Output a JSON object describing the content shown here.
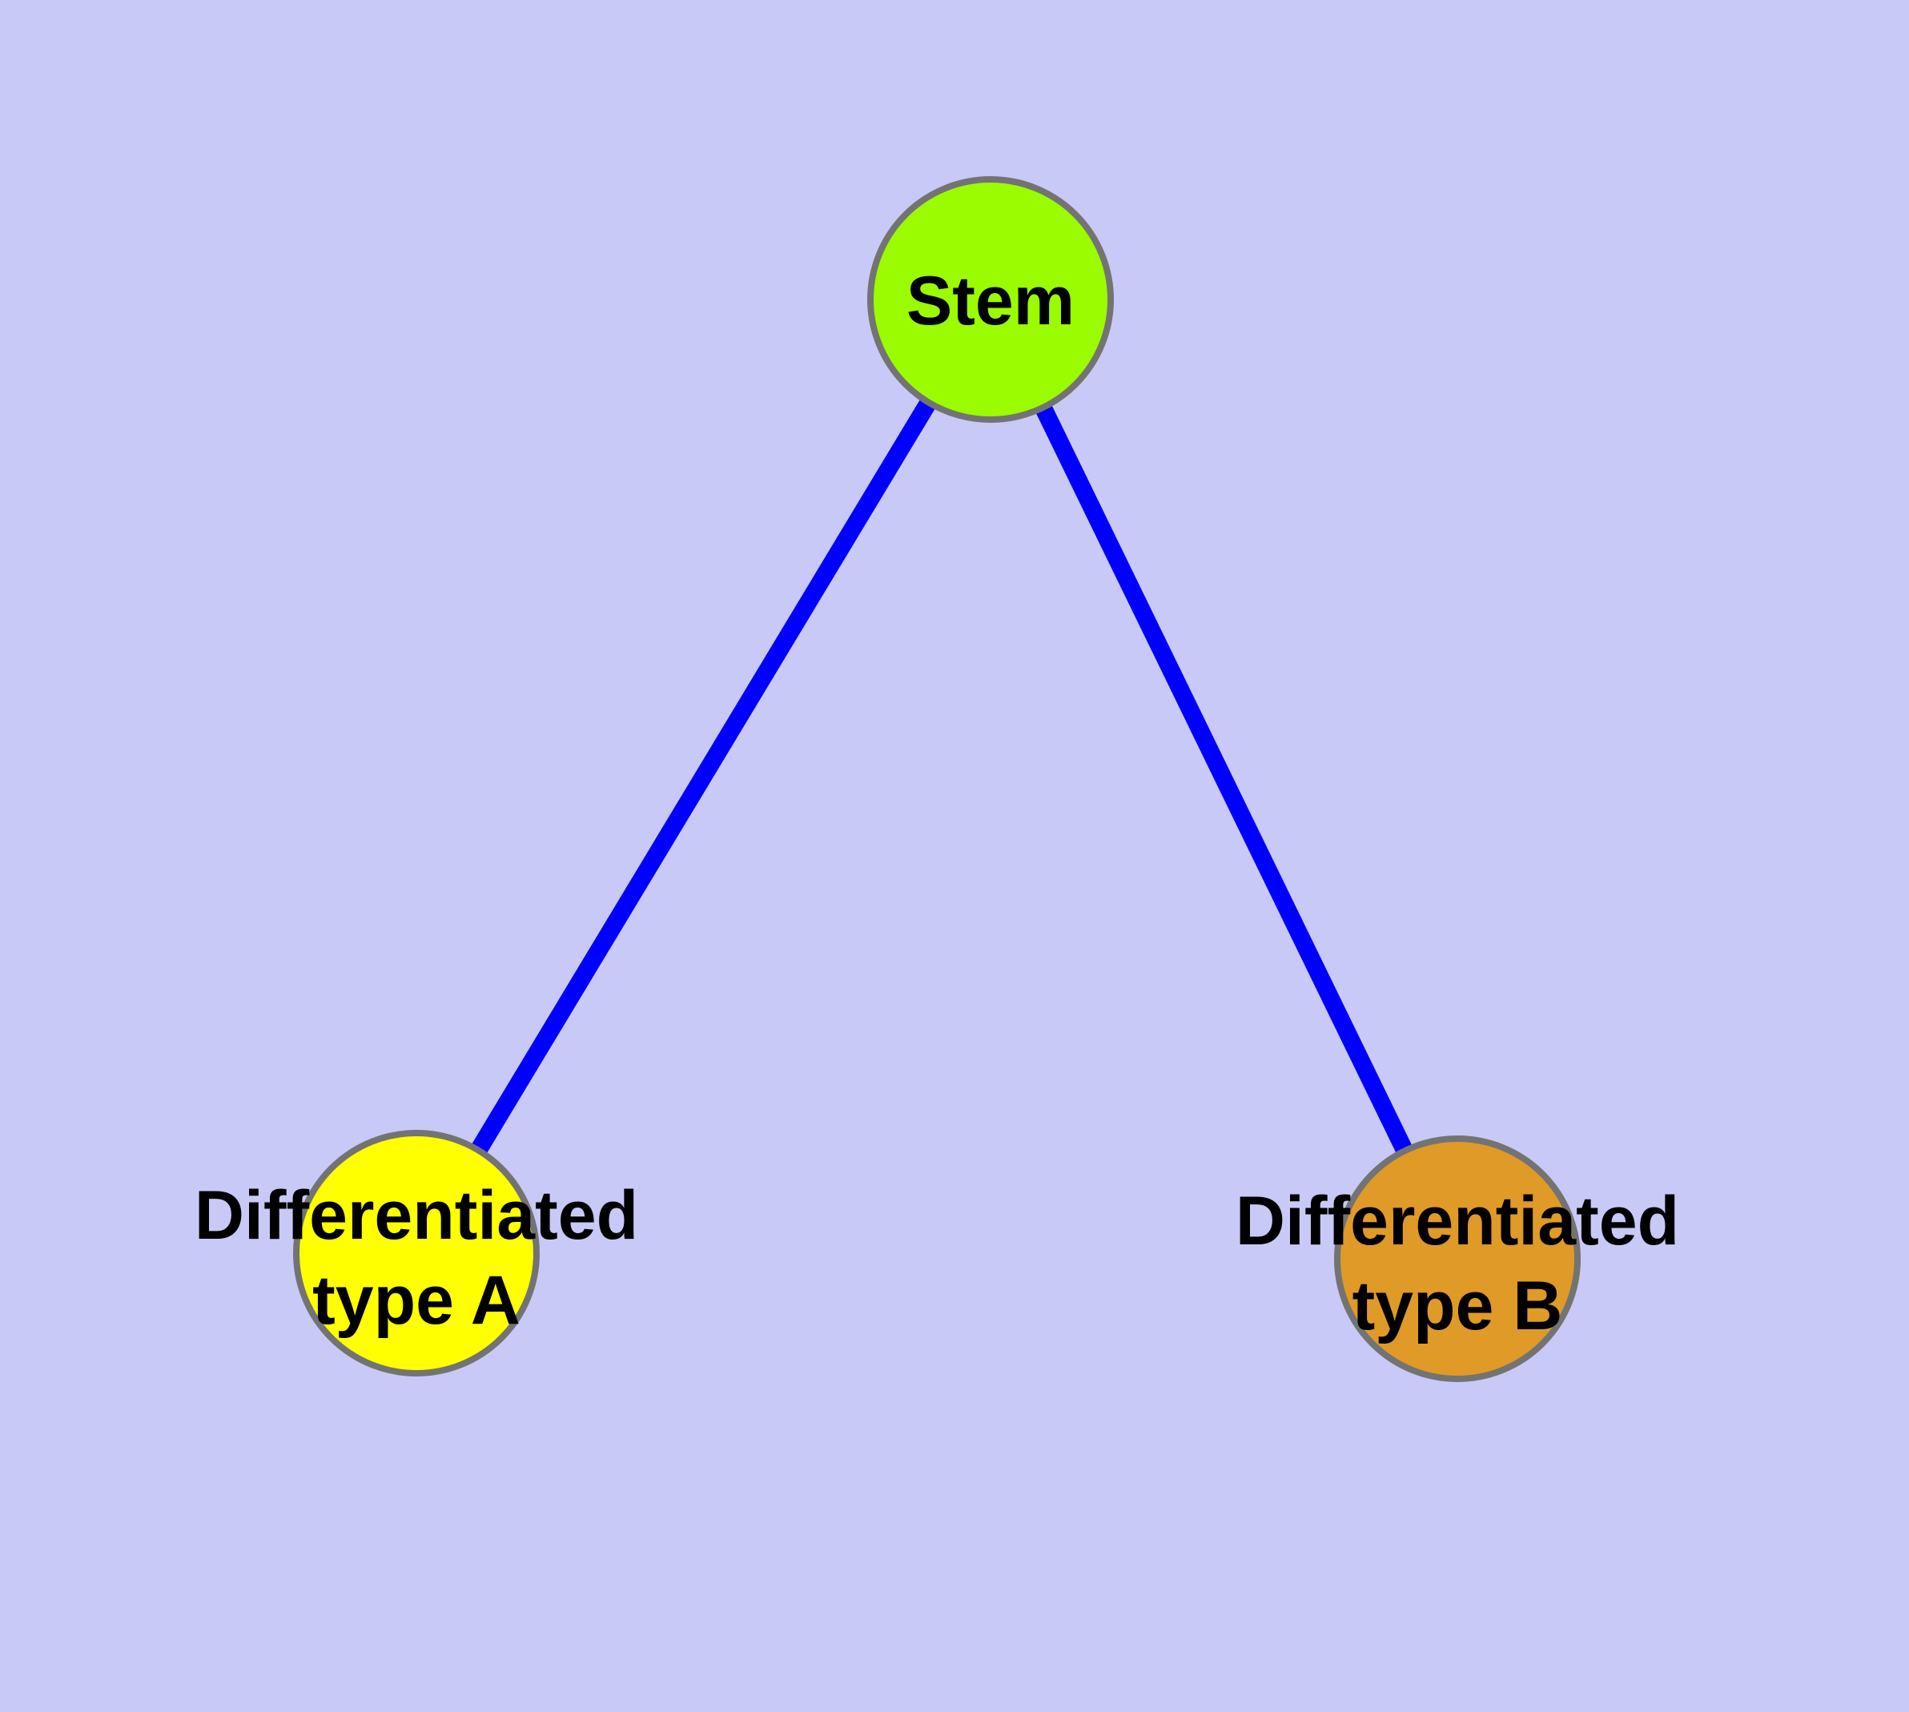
{
  "diagram": {
    "type": "node-link-graph",
    "background_color": "#C9C9F7",
    "edge_color": "#0000FF",
    "node_border_color": "#737373",
    "label_color": "#000000",
    "nodes": {
      "stem": {
        "label": "Stem",
        "fill_color": "#9BFB00"
      },
      "type_a": {
        "label_line1": "Differentiated",
        "label_line2": "type A",
        "fill_color": "#FFFF00"
      },
      "type_b": {
        "label_line1": "Differentiated",
        "label_line2": "type B",
        "fill_color": "#E09A28"
      }
    },
    "edges": [
      {
        "from": "Stem",
        "to": "Differentiated type A"
      },
      {
        "from": "Stem",
        "to": "Differentiated type B"
      }
    ]
  }
}
